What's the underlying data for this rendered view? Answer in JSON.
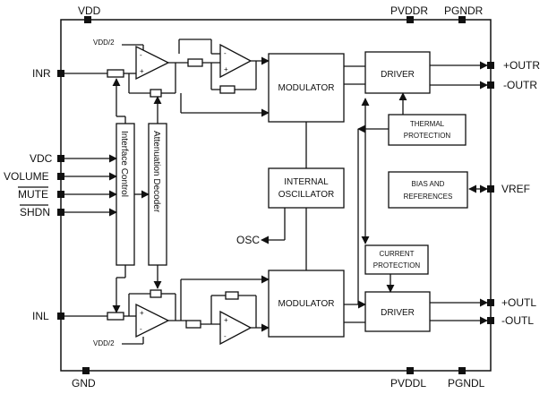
{
  "pins": {
    "vdd": "VDD",
    "pvddr": "PVDDR",
    "pgndr": "PGNDR",
    "inr": "INR",
    "vdc": "VDC",
    "volume": "VOLUME",
    "mute": "MUTE",
    "shdn": "SHDN",
    "inl": "INL",
    "osc": "OSC",
    "gnd": "GND",
    "pvddl": "PVDDL",
    "pgndl": "PGNDL",
    "outr_plus": "+OUTR",
    "outr_minus": "-OUTR",
    "vref": "VREF",
    "outl_plus": "+OUTL",
    "outl_minus": "-OUTL"
  },
  "labels": {
    "vdd_half_top": "VDD/2",
    "vdd_half_bottom": "VDD/2",
    "plus": "+",
    "minus": "-"
  },
  "blocks": {
    "modulator_top": "MODULATOR",
    "modulator_bottom": "MODULATOR",
    "driver_top": "DRIVER",
    "driver_bottom": "DRIVER",
    "thermal_line1": "THERMAL",
    "thermal_line2": "PROTECTION",
    "osc_line1": "INTERNAL",
    "osc_line2": "OSCILLATOR",
    "bias_line1": "BIAS AND",
    "bias_line2": "REFERENCES",
    "current_line1": "CURRENT",
    "current_line2": "PROTECTION",
    "interface_control": "Interface Control",
    "attenuation_decoder": "Attenuation Decoder"
  }
}
